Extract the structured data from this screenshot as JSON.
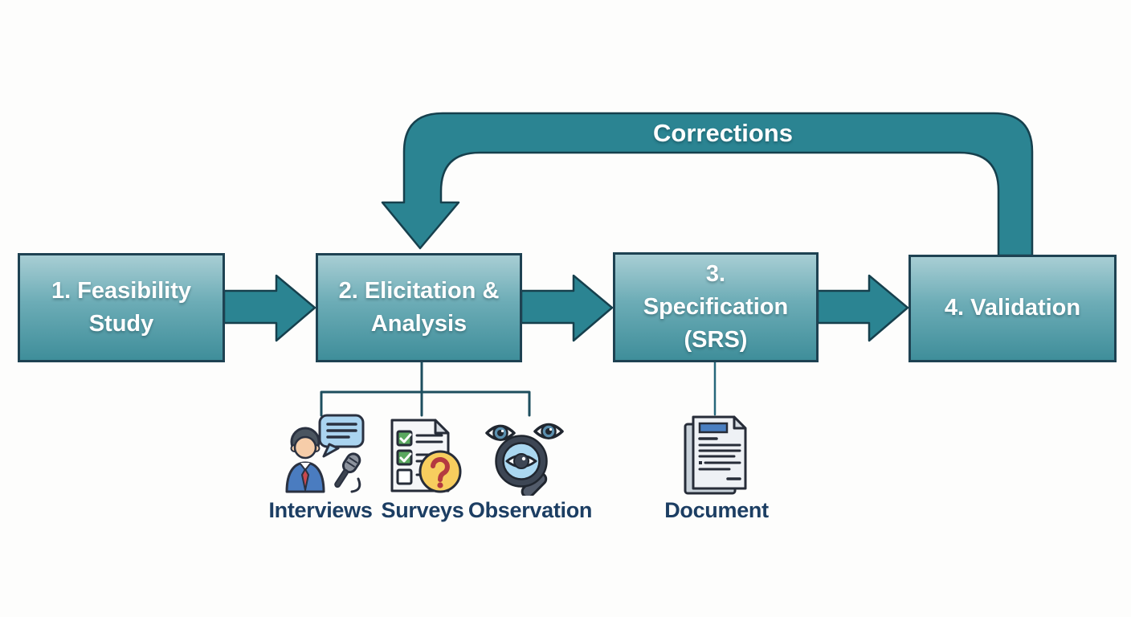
{
  "diagram": {
    "steps": [
      {
        "label": "1. Feasibility Study"
      },
      {
        "label": "2. Elicitation & Analysis"
      },
      {
        "label": "3. Specification (SRS)"
      },
      {
        "label": "4. Validation"
      }
    ],
    "feedback": {
      "label": "Corrections"
    },
    "elicitation_methods": [
      {
        "label": "Interviews",
        "icon": "interview-person-speech-microphone-icon"
      },
      {
        "label": "Surveys",
        "icon": "survey-checklist-question-icon"
      },
      {
        "label": "Observation",
        "icon": "observation-eyes-magnifier-icon"
      }
    ],
    "specification_output": {
      "label": "Document",
      "icon": "document-stack-icon"
    },
    "colors": {
      "background": "#fdfdfc",
      "box_gradient_top": "#a8ced4",
      "box_gradient_bottom": "#3f8e9a",
      "box_border": "#1e4252",
      "box_text": "#ffffff",
      "arrow_fill": "#2b8492",
      "arrow_outline": "#16404d",
      "connector_line": "#1d4e5e",
      "method_label_text": "#1c3e63",
      "survey_check_green": "#5aa85f",
      "question_circle_yellow": "#f7cd5e",
      "question_mark_red": "#b43a40",
      "speech_bubble_blue": "#aad4f0",
      "shirt_blue": "#4a7cc0",
      "tie_red": "#c9494e",
      "document_bar_blue": "#4a7fc1"
    }
  }
}
